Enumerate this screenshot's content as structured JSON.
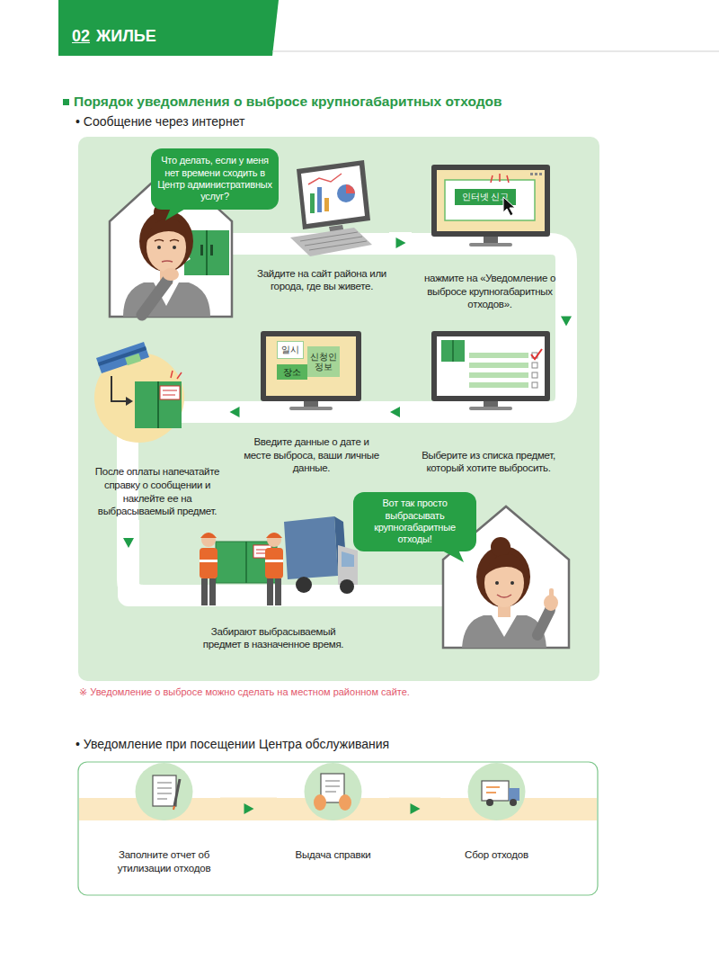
{
  "diagram": {
    "title": "Порядок уведомления о выбросе крупногабаритных отходов",
    "nodes": [
      {
        "text": [
          "Что делать, если у меня нет времени сходить в Центр административных услуг?"
        ]
      },
      {
        "text": [
          "Зайдите на сайт района или города, где вы живете."
        ]
      },
      {
        "text": [
          "нажмите на «Уведомление о выбросе крупногабаритных отходов»."
        ]
      },
      {
        "text": [
          "인터넷 신고"
        ],
        "in": 2
      },
      {
        "text": [
          "Выберите из списка предмет, который хотите выбросить."
        ]
      },
      {
        "text": [
          "Введите данные о дате и месте выброса, ваши личные данные."
        ]
      },
      {
        "text": [
          "일시"
        ],
        "in": 5
      },
      {
        "text": [
          "신청인 정보"
        ],
        "in": 5
      },
      {
        "text": [
          "장소"
        ],
        "in": 5
      },
      {
        "text": [
          "После оплаты напечатайте справку о сообщении и наклейте ее на выбрасываемый предмет."
        ]
      },
      {
        "text": [
          "Забирают выбрасываемый предмет в назначенное время."
        ]
      },
      {
        "text": [
          "Вот так просто выбрасывать крупногабаритные отходы!"
        ]
      },
      {
        "text": [
          "Заполните отчет об утилизации отходов"
        ]
      },
      {
        "text": [
          "Выдача справки"
        ]
      },
      {
        "text": [
          "Сбор отходов"
        ]
      }
    ],
    "edges": [
      {
        "from": 1,
        "to": 2,
        "arrow": "to"
      },
      {
        "from": 2,
        "to": 4,
        "arrow": "to"
      },
      {
        "from": 4,
        "to": 5,
        "arrow": "to"
      },
      {
        "from": 5,
        "to": 9,
        "arrow": "to"
      },
      {
        "from": 9,
        "to": 10,
        "arrow": "to"
      },
      {
        "from": 12,
        "to": 13,
        "arrow": "to"
      },
      {
        "from": 13,
        "to": 14,
        "arrow": "to"
      }
    ],
    "labels": [
      "02",
      "ЖИЛЬЕ",
      "• Сообщение через интернет",
      "※ Уведомление о выбросе можно сделать на местном районном сайте.",
      "• Уведомление при посещении Центра обслуживания"
    ]
  }
}
